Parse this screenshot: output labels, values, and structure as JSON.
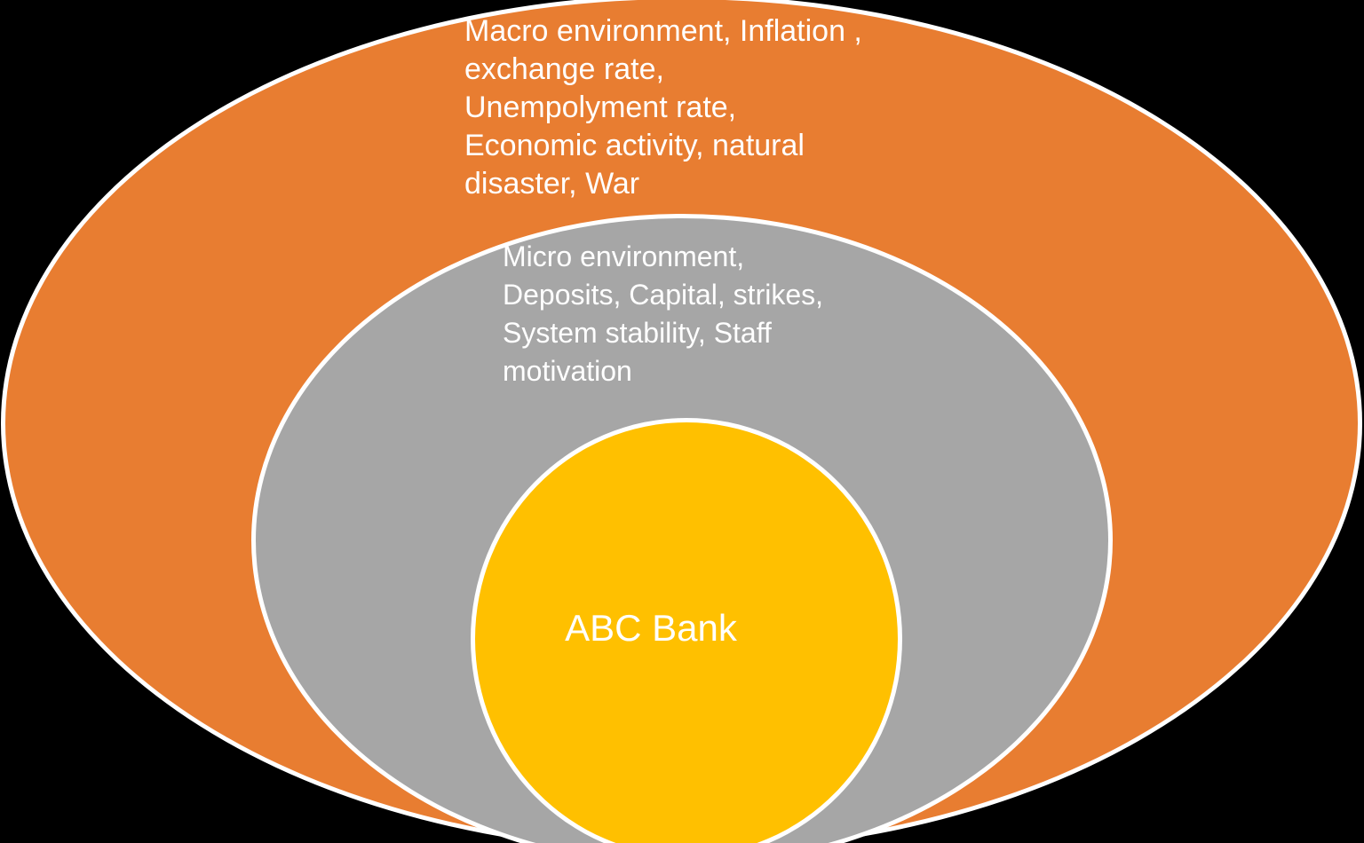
{
  "diagram": {
    "type": "nested-ellipses",
    "background_color": "#000000",
    "outline_color": "#FFFFFF",
    "text_color": "#FFFFFF",
    "layers": [
      {
        "id": "macro-environment",
        "label": "Macro environment, Inflation ,\nexchange rate,\nUnempolyment rate,\nEconomic activity, natural\ndisaster, War",
        "fill": "#E87D31"
      },
      {
        "id": "micro-environment",
        "label": "Micro environment,\nDeposits, Capital, strikes,\nSystem stability, Staff\nmotivation",
        "fill": "#A6A6A6"
      },
      {
        "id": "bank",
        "label": "ABC Bank",
        "fill": "#FFC000"
      }
    ]
  }
}
